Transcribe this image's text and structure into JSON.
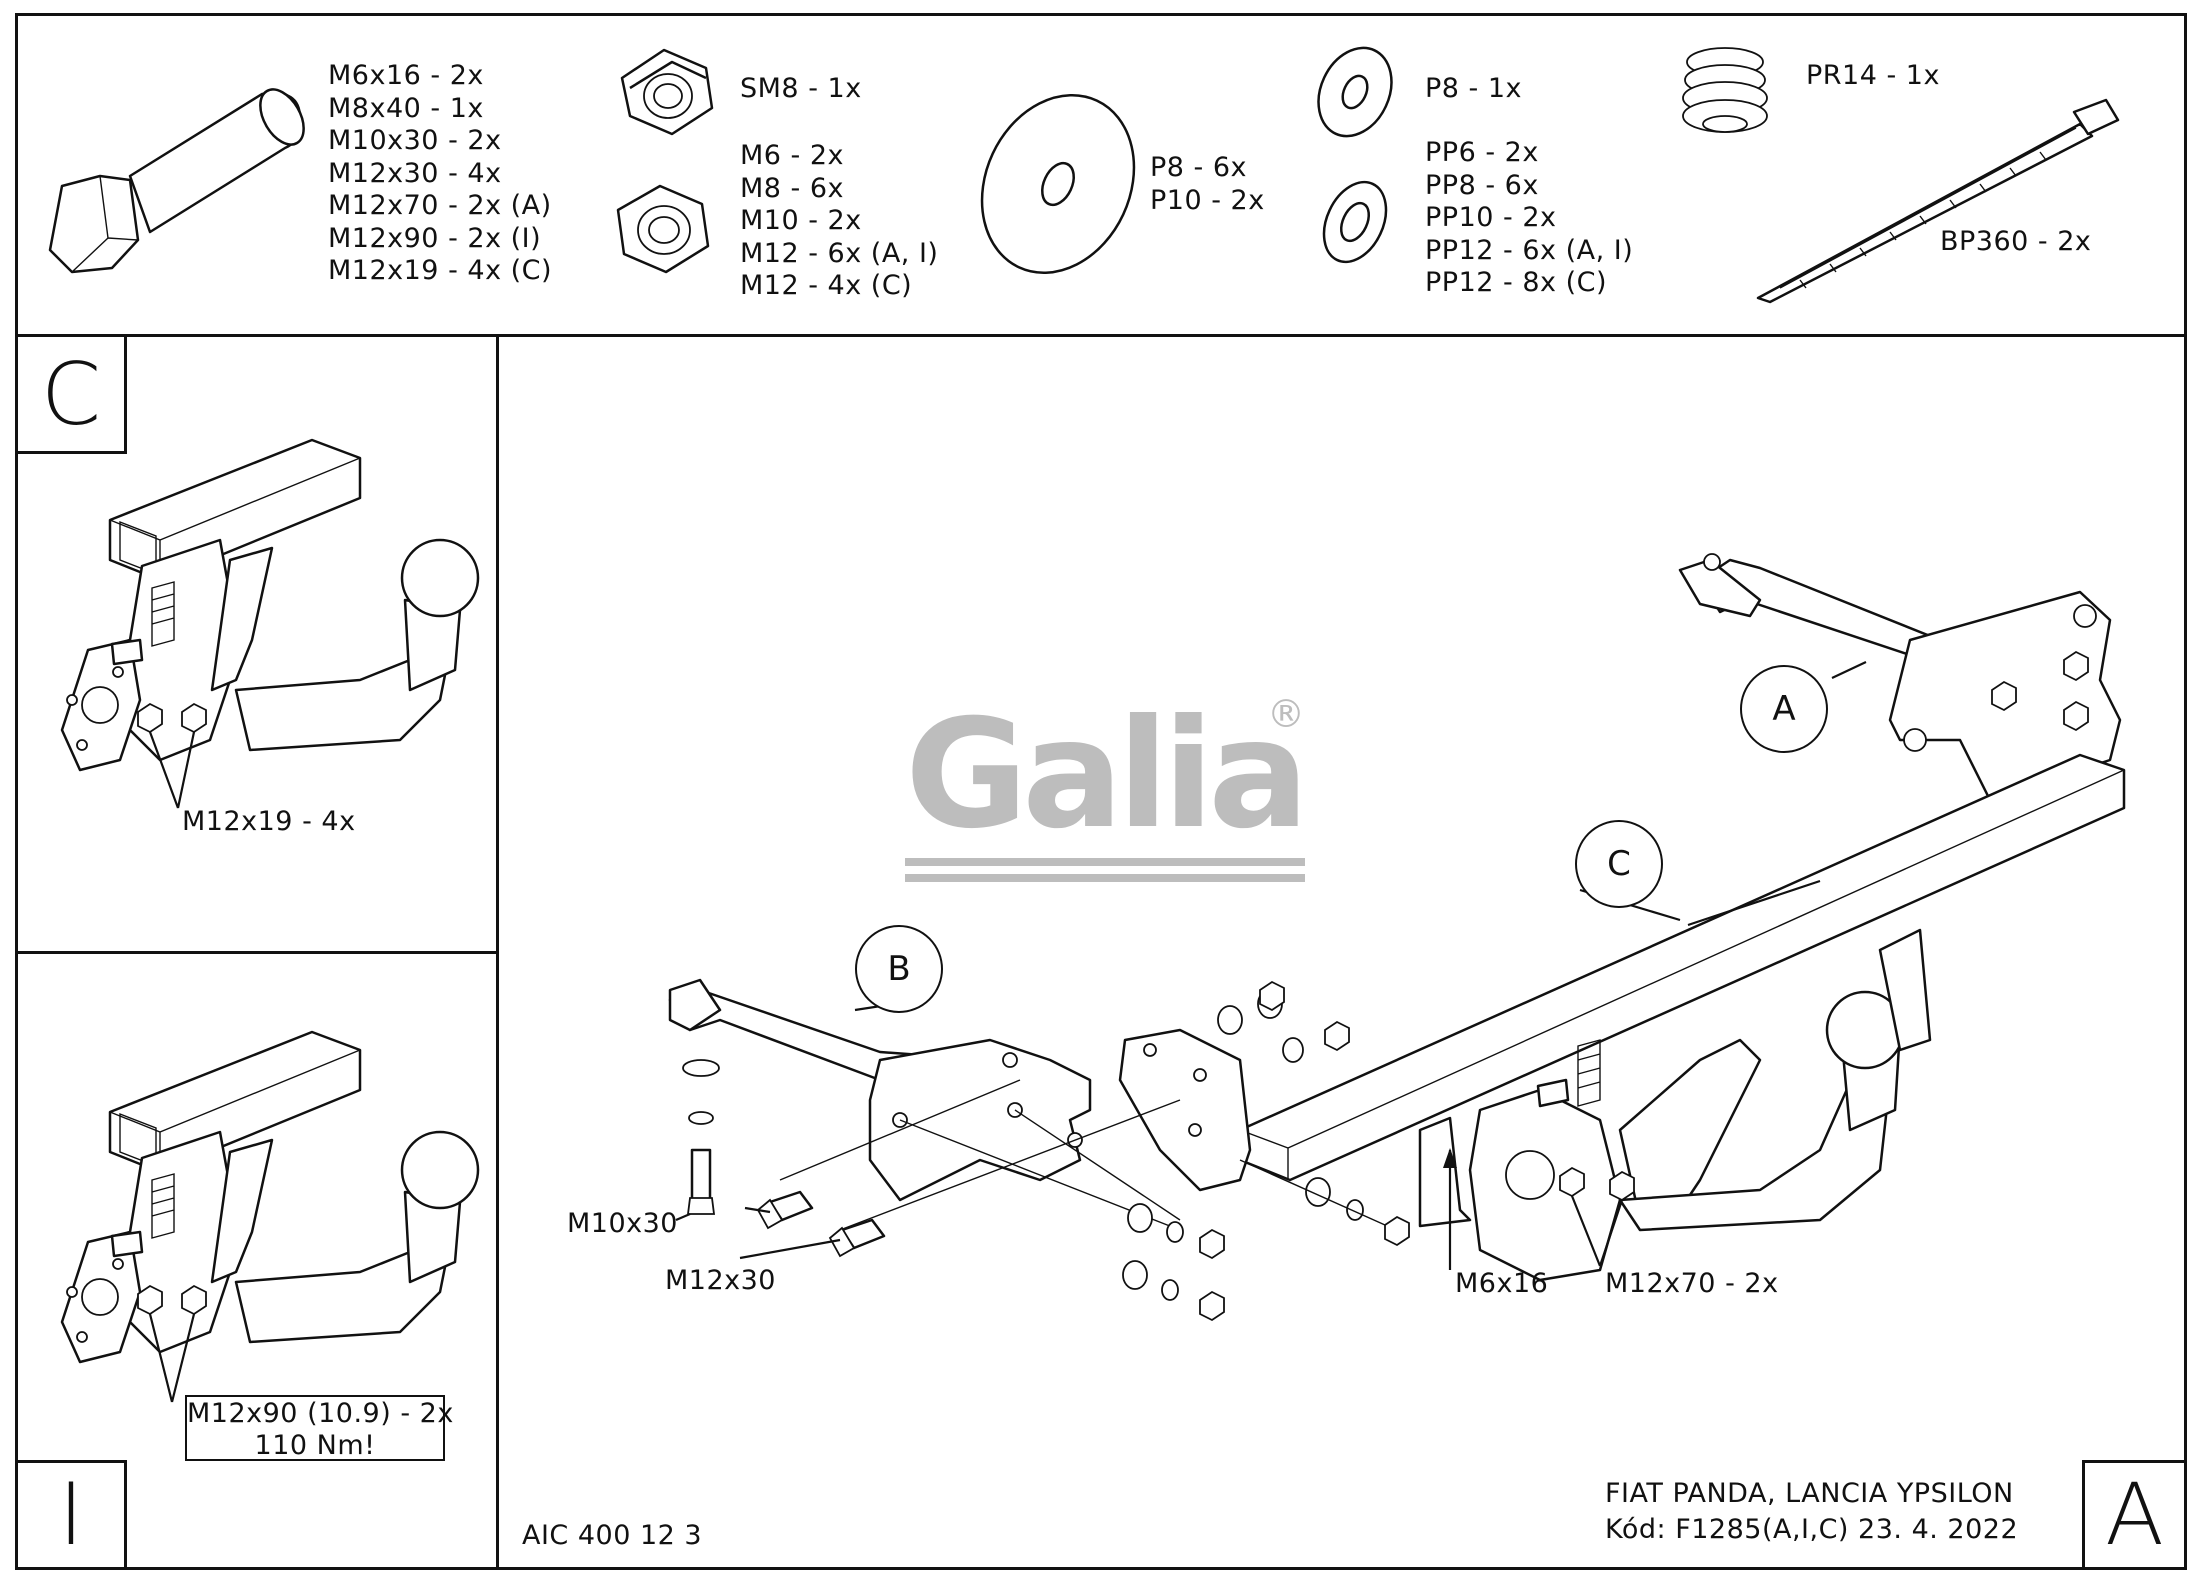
{
  "parts_list": {
    "bolts": [
      "M6x16 - 2x",
      "M8x40 - 1x",
      "M10x30 - 2x",
      "M12x30 - 4x",
      "M12x70 - 2x (A)",
      "M12x90 - 2x (I)",
      "M12x19 - 4x (C)"
    ],
    "self_locking_nut": "SM8 - 1x",
    "nuts": [
      "M6 - 2x",
      "M8 - 6x",
      "M10 - 2x",
      "M12 - 6x (A, I)",
      "M12 - 4x (C)"
    ],
    "large_washers": [
      "P8 - 6x",
      "P10 - 2x"
    ],
    "washer_p8": "P8 - 1x",
    "spring_washers": [
      "PP6 - 2x",
      "PP8 - 6x",
      "PP10 - 2x",
      "PP12 - 6x (A, I)",
      "PP12 - 8x (C)"
    ],
    "spring": "PR14 - 1x",
    "cable_tie": "BP360 - 2x"
  },
  "panel_c": {
    "letter": "C",
    "label": "M12x19 - 4x"
  },
  "panel_i": {
    "letter": "I",
    "label_line1": "M12x90 (10.9) - 2x",
    "label_line2": "110 Nm!"
  },
  "main": {
    "logo": "Galia",
    "logo_mark": "®",
    "callouts": {
      "a": "A",
      "b": "B",
      "c": "C"
    },
    "labels": {
      "m10x30": "M10x30",
      "m12x30": "M12x30",
      "m6x16": "M6x16",
      "m12x70": "M12x70 - 2x"
    },
    "drawing_code": "AIC 400 12 3",
    "vehicle": "FIAT PANDA, LANCIA YPSILON",
    "code_date": "Kód: F1285(A,I,C)  23. 4. 2022",
    "variant_letter": "A"
  },
  "colors": {
    "logo": "#bdbdbd",
    "line": "#111111",
    "background": "#ffffff"
  }
}
